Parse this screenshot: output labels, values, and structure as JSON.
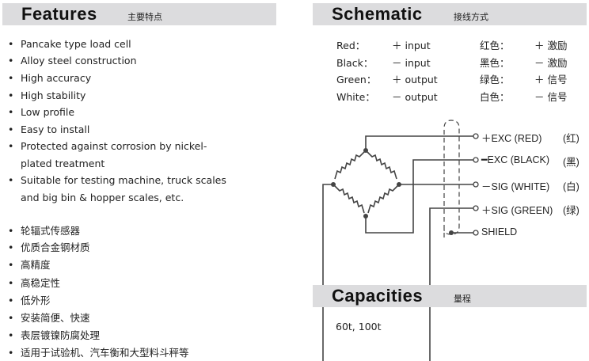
{
  "features": {
    "title": "Features",
    "subtitle_cn": "主要特点",
    "items_en": [
      "Pancake type load cell",
      "Alloy steel construction",
      "High accuracy",
      "High stability",
      "Low profile",
      "Easy to install",
      "Protected against corrosion by nickel-",
      "plated treatment",
      "Suitable for testing machine, truck scales",
      "and big bin & hopper scales, etc."
    ],
    "items_cn": [
      "轮辐式传感器",
      "优质合金钢材质",
      "高精度",
      "高稳定性",
      "低外形",
      "安装简便、快速",
      "表层镀镍防腐处理",
      "适用于试验机、汽车衡和大型料斗秤等"
    ]
  },
  "schematic": {
    "title": "Schematic",
    "subtitle_cn": "接线方式",
    "wiring": [
      {
        "color": "Red：",
        "fn": "＋ input",
        "color_cn": "红色：",
        "fn_cn": "＋ 激励"
      },
      {
        "color": "Black：",
        "fn": "－ input",
        "color_cn": "黑色：",
        "fn_cn": "－ 激励"
      },
      {
        "color": "Green：",
        "fn": "＋ output",
        "color_cn": "绿色：",
        "fn_cn": "＋ 信号"
      },
      {
        "color": "White：",
        "fn": "－ output",
        "color_cn": "白色：",
        "fn_cn": "－ 信号"
      }
    ],
    "terminals": [
      {
        "label": "＋EXC (RED)",
        "cn": "(红)"
      },
      {
        "label": "━EXC (BLACK)",
        "cn": "(黑)"
      },
      {
        "label": "－SIG (WHITE)",
        "cn": "(白)"
      },
      {
        "label": "＋SIG (GREEN)",
        "cn": "(绿)"
      },
      {
        "label": "SHIELD",
        "cn": ""
      }
    ]
  },
  "capacities": {
    "title": "Capacities",
    "subtitle_cn": "量程",
    "value": "60t, 100t"
  }
}
